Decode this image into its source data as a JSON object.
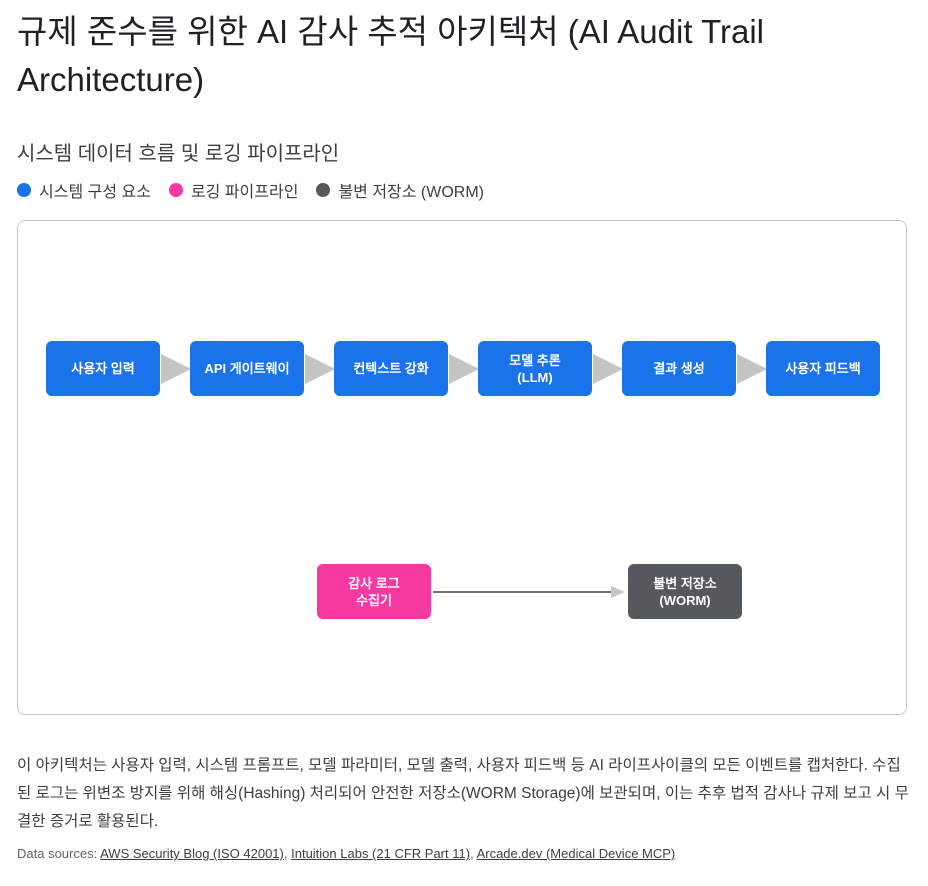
{
  "title": "규제 준수를 위한 AI 감사 추적 아키텍처 (AI Audit Trail Architecture)",
  "subtitle": "시스템 데이터 흐름 및 로깅 파이프라인",
  "legend": [
    {
      "label": "시스템 구성 요소",
      "color": "#1a73e8"
    },
    {
      "label": "로깅 파이프라인",
      "color": "#f439a0"
    },
    {
      "label": "불변 저장소 (WORM)",
      "color": "#55585d"
    }
  ],
  "nodes": {
    "flow": [
      "사용자 입력",
      "API 게이트웨이",
      "컨텍스트 강화",
      "모델 추론\n(LLM)",
      "결과 생성",
      "사용자 피드백"
    ],
    "collector": "감사 로그\n수집기",
    "storage": "불변 저장소\n(WORM)"
  },
  "description": "이 아키텍처는 사용자 입력, 시스템 프롬프트, 모델 파라미터, 모델 출력, 사용자 피드백 등 AI 라이프사이클의 모든 이벤트를 캡처한다. 수집된 로그는 위변조 방지를 위해 해싱(Hashing) 처리되어 안전한 저장소(WORM Storage)에 보관되며, 이는 추후 법적 감사나 규제 보고 시 무결한 증거로 활용된다.",
  "sources": {
    "prefix": "Data sources: ",
    "links": [
      "AWS Security Blog (ISO 42001)",
      "Intuition Labs (21 CFR Part 11)",
      "Arcade.dev (Medical Device MCP)"
    ]
  }
}
